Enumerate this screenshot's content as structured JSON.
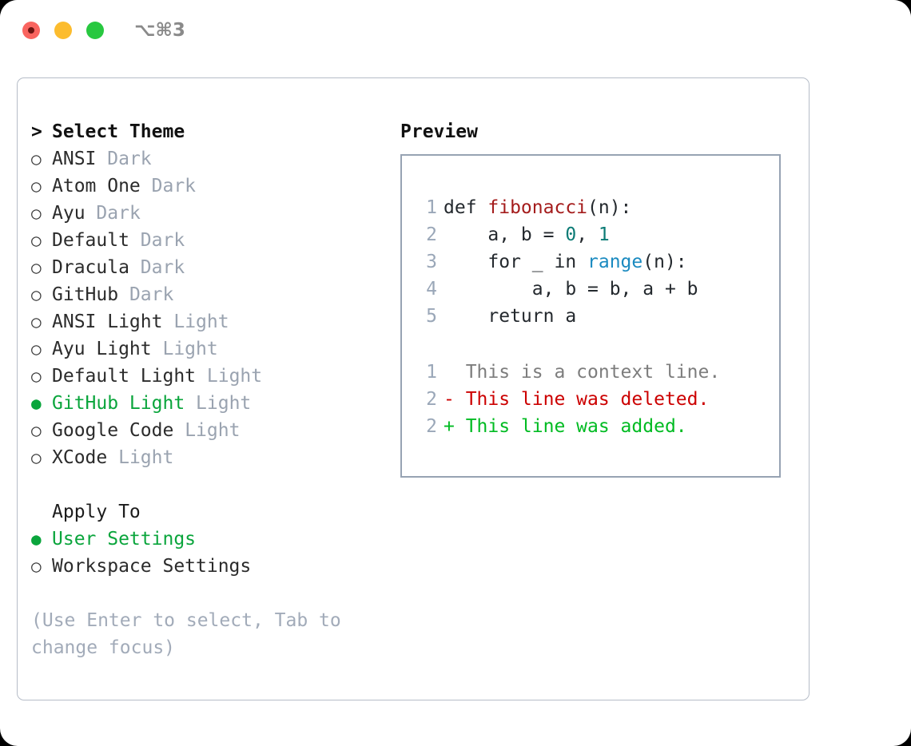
{
  "window": {
    "shortcut_label": "⌥⌘3",
    "traffic_lights": [
      "close-red",
      "minimize-yellow",
      "maximize-green"
    ]
  },
  "theme_picker": {
    "header": {
      "prefix": ">",
      "title": "Select Theme"
    },
    "items": [
      {
        "bullet": "○",
        "name": "ANSI",
        "variant": "Dark",
        "selected": false
      },
      {
        "bullet": "○",
        "name": "Atom One",
        "variant": "Dark",
        "selected": false
      },
      {
        "bullet": "○",
        "name": "Ayu",
        "variant": "Dark",
        "selected": false
      },
      {
        "bullet": "○",
        "name": "Default",
        "variant": "Dark",
        "selected": false
      },
      {
        "bullet": "○",
        "name": "Dracula",
        "variant": "Dark",
        "selected": false
      },
      {
        "bullet": "○",
        "name": "GitHub",
        "variant": "Dark",
        "selected": false
      },
      {
        "bullet": "○",
        "name": "ANSI Light",
        "variant": "Light",
        "selected": false
      },
      {
        "bullet": "○",
        "name": "Ayu Light",
        "variant": "Light",
        "selected": false
      },
      {
        "bullet": "○",
        "name": "Default Light",
        "variant": "Light",
        "selected": false
      },
      {
        "bullet": "●",
        "name": "GitHub Light",
        "variant": "Light",
        "selected": true
      },
      {
        "bullet": "○",
        "name": "Google Code",
        "variant": "Light",
        "selected": false
      },
      {
        "bullet": "○",
        "name": "XCode",
        "variant": "Light",
        "selected": false
      }
    ]
  },
  "apply_to": {
    "title": "Apply To",
    "options": [
      {
        "bullet": "●",
        "label": "User Settings",
        "selected": true
      },
      {
        "bullet": "○",
        "label": "Workspace Settings",
        "selected": false
      }
    ]
  },
  "hint": {
    "text": "(Use Enter to select, Tab to change focus)"
  },
  "preview": {
    "title": "Preview",
    "code": [
      {
        "num": "1",
        "segments": [
          {
            "t": "def ",
            "c": "plain"
          },
          {
            "t": "fibonacci",
            "c": "fn"
          },
          {
            "t": "(n):",
            "c": "plain"
          }
        ]
      },
      {
        "num": "2",
        "segments": [
          {
            "t": "    a, b = ",
            "c": "plain"
          },
          {
            "t": "0",
            "c": "num"
          },
          {
            "t": ", ",
            "c": "plain"
          },
          {
            "t": "1",
            "c": "num"
          }
        ]
      },
      {
        "num": "3",
        "segments": [
          {
            "t": "    for _ in ",
            "c": "plain"
          },
          {
            "t": "range",
            "c": "call"
          },
          {
            "t": "(n):",
            "c": "plain"
          }
        ]
      },
      {
        "num": "4",
        "segments": [
          {
            "t": "        a, b = b, a + b",
            "c": "plain"
          }
        ]
      },
      {
        "num": "5",
        "segments": [
          {
            "t": "    return a",
            "c": "plain"
          }
        ]
      }
    ],
    "diff": [
      {
        "num": "1",
        "marker": " ",
        "text": "  This is a context line.",
        "kind": "context"
      },
      {
        "num": "2",
        "marker": "-",
        "text": "- This line was deleted.",
        "kind": "deleted"
      },
      {
        "num": "2",
        "marker": "+",
        "text": "+ This line was added.",
        "kind": "added"
      }
    ]
  },
  "colors": {
    "accent_green": "#0aa53c",
    "muted": "#9aa3b0",
    "hint": "#a2abb9",
    "fn_red": "#a41c1c",
    "num_teal": "#0b7b75",
    "call_blue": "#1a8ac0",
    "diff_deleted": "#cc0000",
    "diff_added": "#00bb22",
    "line_number": "#9aa7b8",
    "border": "#97a3b3"
  }
}
